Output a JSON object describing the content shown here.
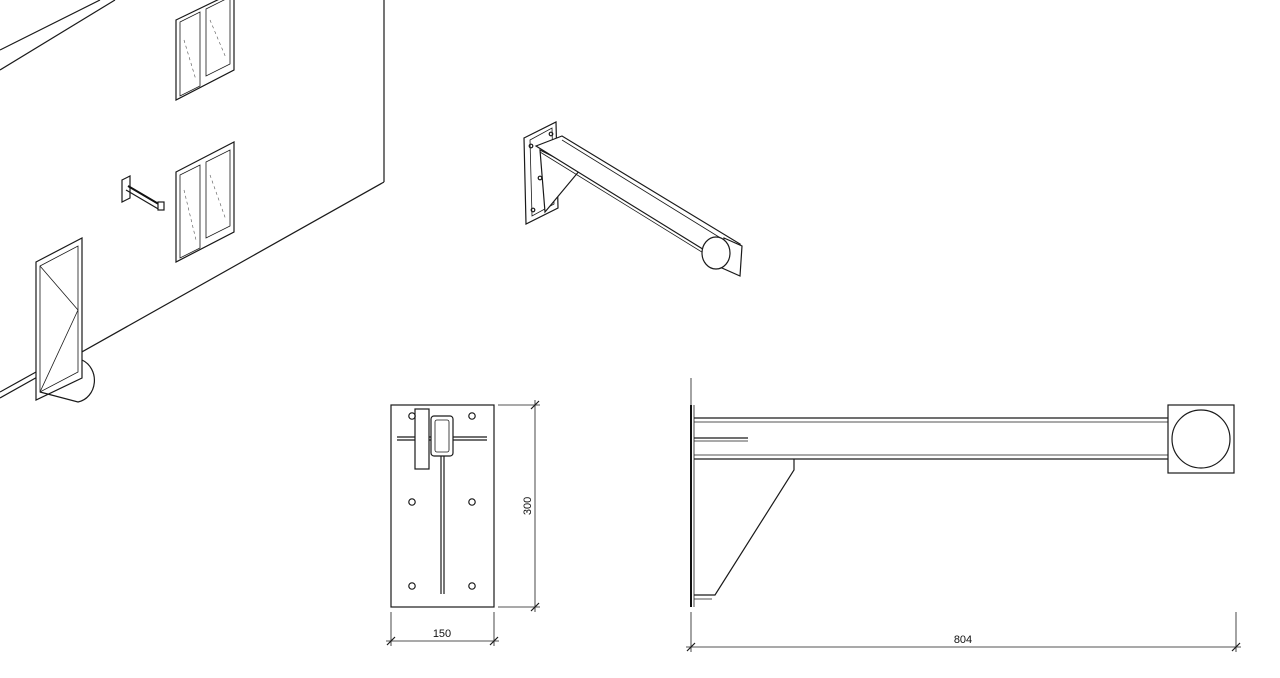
{
  "dimensions": {
    "plate_width": "150",
    "plate_height": "300",
    "arm_length": "804"
  }
}
